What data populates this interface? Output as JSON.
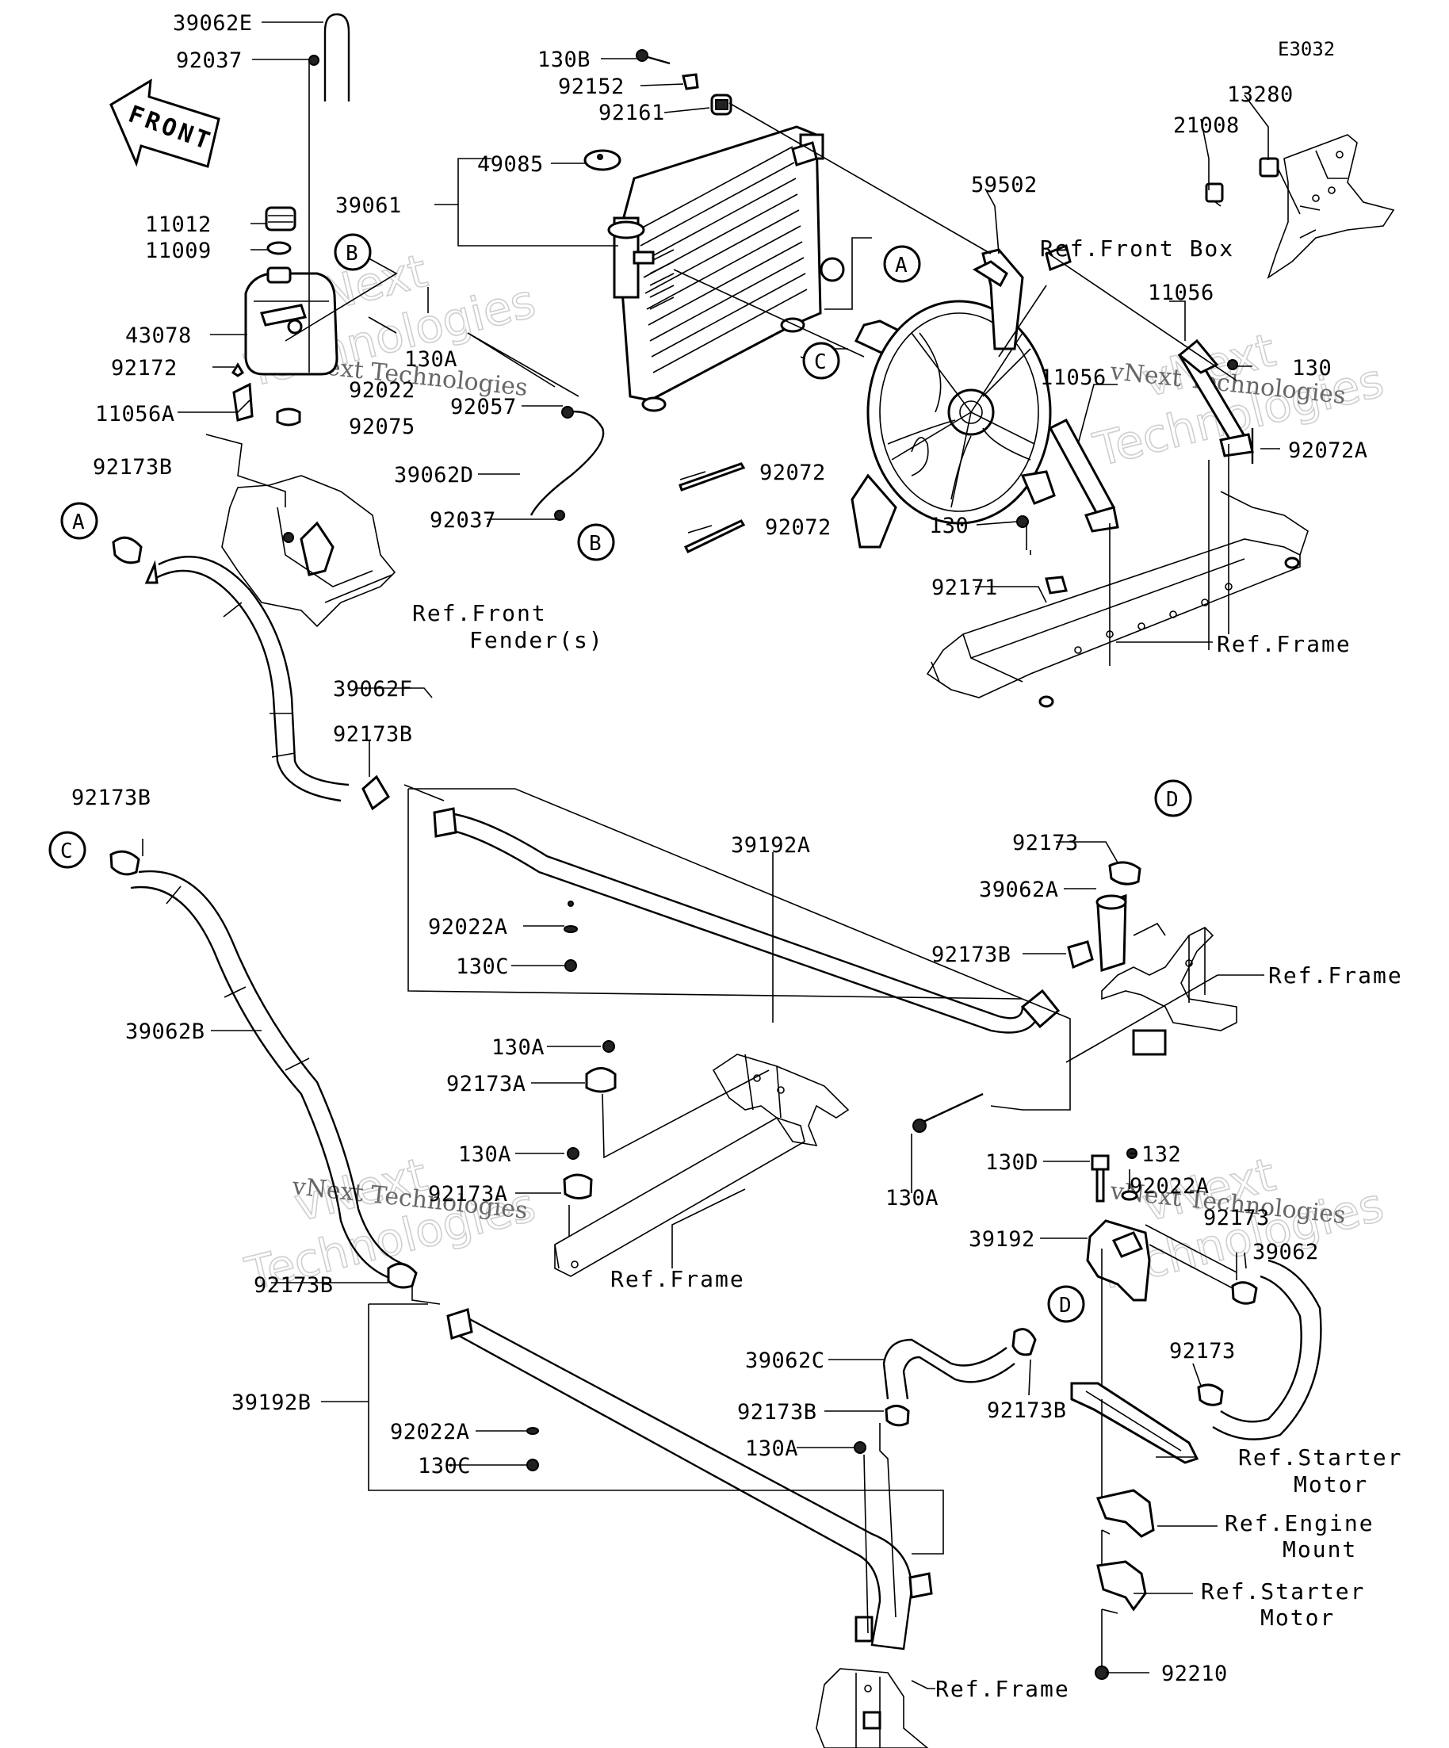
{
  "diagram": {
    "code": "E3032",
    "front_label": "FRONT",
    "parts": [
      {
        "id": "p1",
        "label": "39062E"
      },
      {
        "id": "p2",
        "label": "92037"
      },
      {
        "id": "p3",
        "label": "130B"
      },
      {
        "id": "p4",
        "label": "92152"
      },
      {
        "id": "p5",
        "label": "92161"
      },
      {
        "id": "p6",
        "label": "49085"
      },
      {
        "id": "p7",
        "label": "39061"
      },
      {
        "id": "p8",
        "label": "11012"
      },
      {
        "id": "p9",
        "label": "11009"
      },
      {
        "id": "p10",
        "label": "43078"
      },
      {
        "id": "p11",
        "label": "92172"
      },
      {
        "id": "p12",
        "label": "11056A"
      },
      {
        "id": "p13",
        "label": "92022"
      },
      {
        "id": "p14",
        "label": "92075"
      },
      {
        "id": "p15",
        "label": "130A"
      },
      {
        "id": "p16",
        "label": "92057"
      },
      {
        "id": "p17",
        "label": "39062D"
      },
      {
        "id": "p18",
        "label": "92037"
      },
      {
        "id": "p19",
        "label": "92173B"
      },
      {
        "id": "p20",
        "label": "92072"
      },
      {
        "id": "p21",
        "label": "92072"
      },
      {
        "id": "p22",
        "label": "59502"
      },
      {
        "id": "p23",
        "label": "13280"
      },
      {
        "id": "p24",
        "label": "21008"
      },
      {
        "id": "p25",
        "label": "11056"
      },
      {
        "id": "p26",
        "label": "11056"
      },
      {
        "id": "p27",
        "label": "130"
      },
      {
        "id": "p28",
        "label": "92072A"
      },
      {
        "id": "p29",
        "label": "130"
      },
      {
        "id": "p30",
        "label": "92171"
      },
      {
        "id": "p31",
        "label": "39062F"
      },
      {
        "id": "p32",
        "label": "92173B"
      },
      {
        "id": "p33",
        "label": "92173B"
      },
      {
        "id": "p34",
        "label": "39192A"
      },
      {
        "id": "p35",
        "label": "92173"
      },
      {
        "id": "p36",
        "label": "39062A"
      },
      {
        "id": "p37",
        "label": "92173B"
      },
      {
        "id": "p38",
        "label": "92022A"
      },
      {
        "id": "p39",
        "label": "130C"
      },
      {
        "id": "p40",
        "label": "39062B"
      },
      {
        "id": "p41",
        "label": "130A"
      },
      {
        "id": "p42",
        "label": "92173A"
      },
      {
        "id": "p43",
        "label": "130A"
      },
      {
        "id": "p44",
        "label": "92173A"
      },
      {
        "id": "p45",
        "label": "130A"
      },
      {
        "id": "p46",
        "label": "130D"
      },
      {
        "id": "p47",
        "label": "132"
      },
      {
        "id": "p48",
        "label": "92022A"
      },
      {
        "id": "p49",
        "label": "92173"
      },
      {
        "id": "p50",
        "label": "39192"
      },
      {
        "id": "p51",
        "label": "39062"
      },
      {
        "id": "p52",
        "label": "92173"
      },
      {
        "id": "p53",
        "label": "92173B"
      },
      {
        "id": "p54",
        "label": "39062C"
      },
      {
        "id": "p55",
        "label": "92173B"
      },
      {
        "id": "p56",
        "label": "130A"
      },
      {
        "id": "p57",
        "label": "39192B"
      },
      {
        "id": "p58",
        "label": "92022A"
      },
      {
        "id": "p59",
        "label": "130C"
      },
      {
        "id": "p60",
        "label": "92173B"
      },
      {
        "id": "p61",
        "label": "92210"
      }
    ],
    "refs": [
      {
        "id": "r1",
        "lines": [
          "Ref.Front Box"
        ]
      },
      {
        "id": "r2",
        "lines": [
          "Ref.Front",
          "Fender(s)"
        ]
      },
      {
        "id": "r3",
        "lines": [
          "Ref.Frame"
        ]
      },
      {
        "id": "r4",
        "lines": [
          "Ref.Frame"
        ]
      },
      {
        "id": "r5",
        "lines": [
          "Ref.Frame"
        ]
      },
      {
        "id": "r6",
        "lines": [
          "Ref.Starter",
          "Motor"
        ]
      },
      {
        "id": "r7",
        "lines": [
          "Ref.Engine",
          "Mount"
        ]
      },
      {
        "id": "r8",
        "lines": [
          "Ref.Starter",
          "Motor"
        ]
      },
      {
        "id": "r9",
        "lines": [
          "Ref.Frame"
        ]
      }
    ],
    "callouts": [
      {
        "id": "c1",
        "letter": "B"
      },
      {
        "id": "c2",
        "letter": "A"
      },
      {
        "id": "c3",
        "letter": "C"
      },
      {
        "id": "c4",
        "letter": "B"
      },
      {
        "id": "c5",
        "letter": "A"
      },
      {
        "id": "c6",
        "letter": "D"
      },
      {
        "id": "c7",
        "letter": "C"
      },
      {
        "id": "c8",
        "letter": "D"
      }
    ],
    "watermarks": [
      {
        "id": "w1",
        "big": "vNext",
        "small": "vNext Technologies",
        "big2": "Technologies"
      },
      {
        "id": "w2",
        "big": "vNext",
        "small": "vNext Technologies",
        "big2": "Technologies"
      },
      {
        "id": "w3",
        "big": "vNext",
        "small": "vNext Technologies",
        "big2": "Technologies"
      },
      {
        "id": "w4",
        "big": "vNext",
        "small": "vNext Technologies",
        "big2": "Technologies"
      }
    ]
  }
}
